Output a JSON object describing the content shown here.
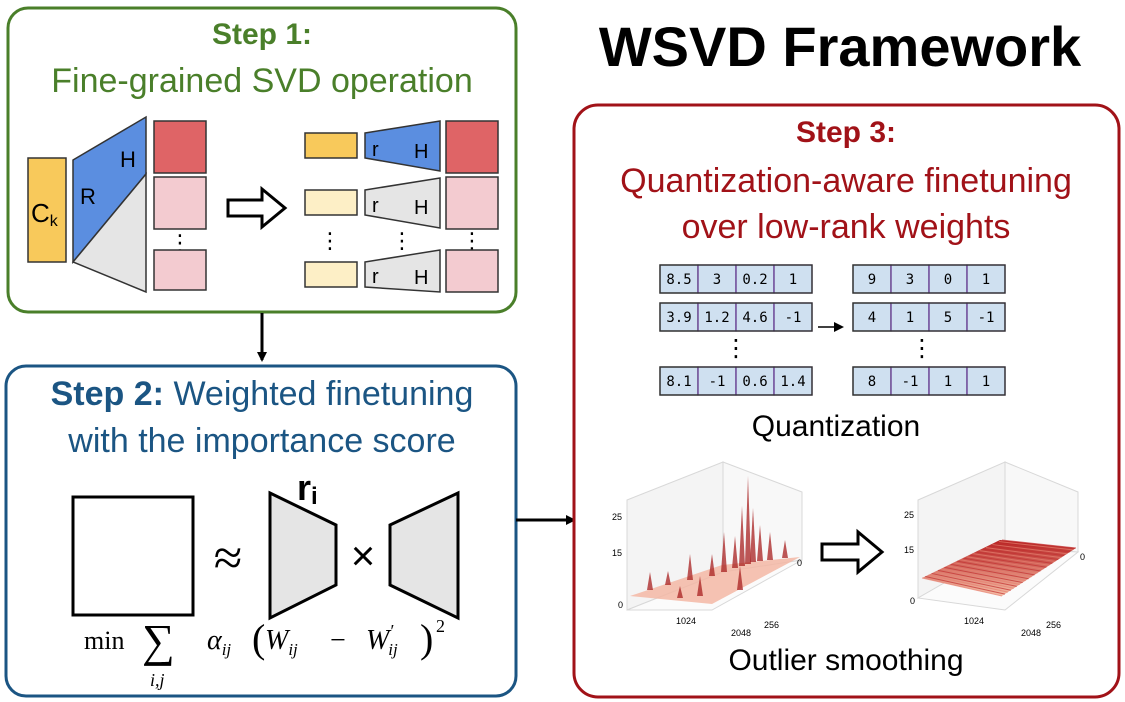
{
  "title": "WSVD Framework",
  "step1": {
    "heading": "Step 1:",
    "subtitle": "Fine-grained SVD operation",
    "ck_label": "C",
    "ck_sub": "k",
    "label_R": "R",
    "label_H": "H",
    "label_r": "r",
    "dots": "⋮"
  },
  "step2": {
    "heading": "Step 2:",
    "line1_rest": "Weighted finetuning",
    "line2": "with the importance score",
    "approx": "≈",
    "times": "×",
    "rank_r": "r",
    "rank_sub": "i",
    "formula": {
      "min": "min",
      "sum": "∑",
      "sum_sub": "i,j",
      "alpha": "α",
      "ij": "ij",
      "open": "(",
      "W": "W",
      "minus": "−",
      "Wp": "W",
      "prime": "′",
      "close": ")",
      "sq": "2"
    }
  },
  "step3": {
    "heading": "Step 3:",
    "line1": "Quantization-aware finetuning",
    "line2": "over low-rank weights",
    "quant_caption": "Quantization",
    "smooth_caption": "Outlier smoothing",
    "matrix_before": [
      [
        "8.5",
        "3",
        "0.2",
        "1"
      ],
      [
        "3.9",
        "1.2",
        "4.6",
        "-1"
      ],
      [
        "8.1",
        "-1",
        "0.6",
        "1.4"
      ]
    ],
    "matrix_after": [
      [
        "9",
        "3",
        "0",
        "1"
      ],
      [
        "4",
        "1",
        "5",
        "-1"
      ],
      [
        "8",
        "-1",
        "1",
        "1"
      ]
    ],
    "dots": "⋮",
    "plot_left_ticks": {
      "z": [
        "25",
        "15",
        "0"
      ],
      "x": [
        "1024",
        "2048"
      ],
      "y": [
        "256",
        "0"
      ]
    },
    "plot_right_ticks": {
      "z": [
        "25",
        "15",
        "0"
      ],
      "x": [
        "1024",
        "2048"
      ],
      "y": [
        "256",
        "0"
      ]
    }
  },
  "colors": {
    "green": "#4a7f2a",
    "blue": "#1b5583",
    "red": "#a11218",
    "ck_yellow": "#f8c95b",
    "light_yellow": "#fdefc6",
    "trap_blue": "#5b8ee0",
    "trap_gray": "#e5e5e5",
    "dark_red": "#df6466",
    "light_red": "#f3cbd0",
    "cell_blue": "#cfe0f0"
  }
}
